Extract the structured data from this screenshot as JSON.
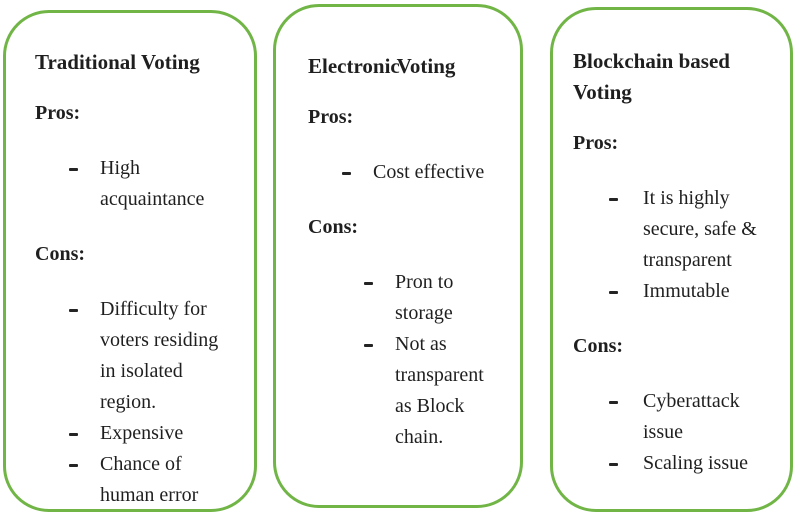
{
  "figure": {
    "colors": {
      "border_green": "#70b546",
      "text": "#1f1f1f",
      "background": "#ffffff"
    },
    "cards": [
      {
        "title": "Traditional Voting",
        "pros_label": "Pros:",
        "pros": [
          "High acquaintance"
        ],
        "cons_label": "Cons:",
        "cons": [
          "Difficulty for voters residing in isolated region.",
          "Expensive",
          "Chance of human error"
        ]
      },
      {
        "title": "Electronic Voting",
        "pros_label": "Pros:",
        "pros": [
          "Cost effective"
        ],
        "cons_label": "Cons:",
        "cons": [
          "Pron to storage",
          "Not as transparent as Block chain."
        ]
      },
      {
        "title": "Blockchain based Voting",
        "pros_label": "Pros:",
        "pros": [
          "It is highly secure, safe & transparent",
          "Immutable"
        ],
        "cons_label": "Cons:",
        "cons": [
          "Cyberattack issue",
          "Scaling issue"
        ]
      }
    ]
  }
}
